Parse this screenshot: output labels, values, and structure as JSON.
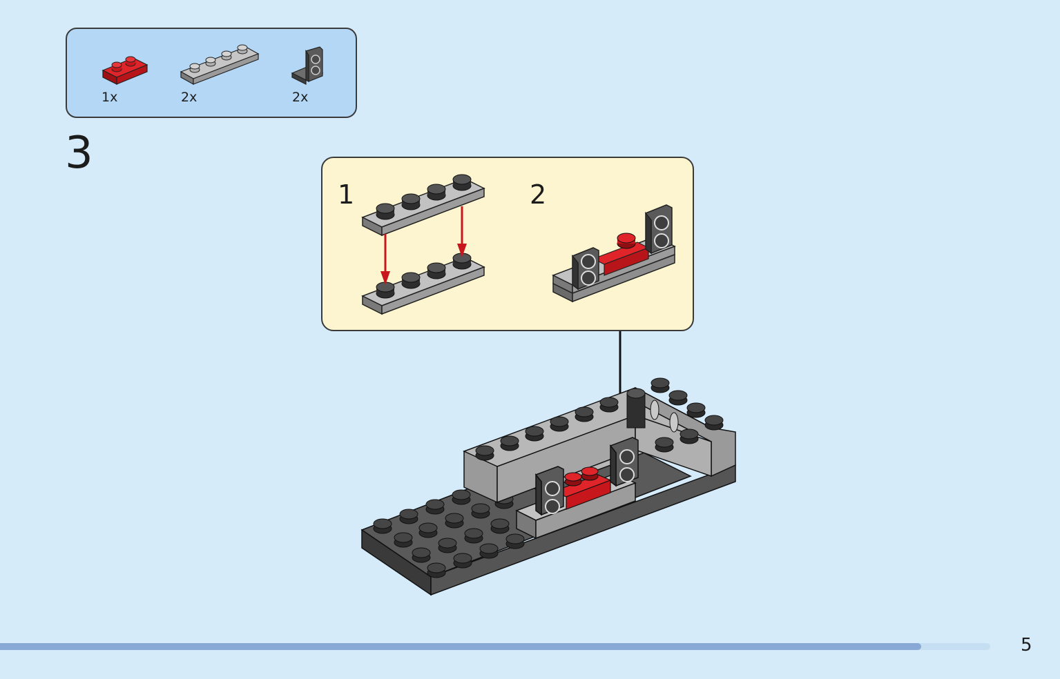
{
  "parts_list": [
    {
      "quantity": "1x",
      "part": "plate-1x2",
      "color": "#c8171c"
    },
    {
      "quantity": "2x",
      "part": "plate-1x4",
      "color": "#a8a8a8"
    },
    {
      "quantity": "2x",
      "part": "bracket-1x2-2x2",
      "color": "#5a5a5a"
    }
  ],
  "step": {
    "number": "3"
  },
  "subassembly": {
    "steps": [
      {
        "number": "1"
      },
      {
        "number": "2"
      }
    ]
  },
  "page": {
    "number": "5",
    "progress": 0.93
  },
  "colors": {
    "background": "#d5ebfa",
    "parts_box": "#b4d7f5",
    "subassembly_box": "#fdf5cf",
    "progress": "#88a9d6",
    "red_brick": "#c8171c",
    "gray_brick": "#a8a8a8",
    "dark_brick": "#3c3c3c",
    "arrow_red": "#c8171c"
  }
}
